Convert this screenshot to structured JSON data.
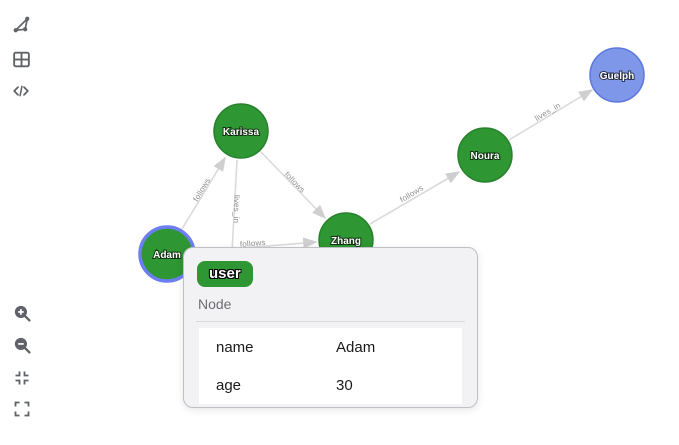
{
  "sidebar": {
    "top_icons": [
      {
        "name": "graph-view-icon"
      },
      {
        "name": "table-view-icon"
      },
      {
        "name": "code-view-icon"
      }
    ],
    "bottom_icons": [
      {
        "name": "zoom-in-icon"
      },
      {
        "name": "zoom-out-icon"
      },
      {
        "name": "zoom-to-fit-icon"
      },
      {
        "name": "fullscreen-icon"
      }
    ]
  },
  "graph": {
    "nodes": [
      {
        "label": "Karissa",
        "color": "#2e9632",
        "selected": false
      },
      {
        "label": "Adam",
        "color": "#2e9632",
        "selected": true
      },
      {
        "label": "Zhang",
        "color": "#2e9632",
        "selected": false
      },
      {
        "label": "Noura",
        "color": "#2e9632",
        "selected": false
      },
      {
        "label": "Guelph",
        "color": "#7e97e8",
        "selected": false
      }
    ],
    "edges": [
      {
        "from": "Adam",
        "to": "Karissa",
        "label": "follows"
      },
      {
        "from": "Karissa",
        "to": "Zhang",
        "label": "follows"
      },
      {
        "from": "Karissa",
        "to": null,
        "label": "lives_in"
      },
      {
        "from": "Adam",
        "to": "Zhang",
        "label": "follows"
      },
      {
        "from": "Zhang",
        "to": "Noura",
        "label": "follows"
      },
      {
        "from": "Noura",
        "to": "Guelph",
        "label": "lives_in"
      }
    ]
  },
  "tooltip": {
    "badge": "user",
    "title": "Node",
    "properties": [
      {
        "key": "name",
        "value": "Adam"
      },
      {
        "key": "age",
        "value": "30"
      }
    ]
  },
  "colors": {
    "node_green": "#2e9632",
    "node_green_border": "#27822b",
    "node_blue": "#7e97e8",
    "node_blue_border": "#5b79de",
    "selected_ring": "#6d7ef2",
    "edge": "#dadada",
    "edge_label": "#8f8f8f",
    "icon": "#5f6368",
    "tooltip_bg": "#f2f2f5",
    "badge_bg": "#2e9632"
  }
}
